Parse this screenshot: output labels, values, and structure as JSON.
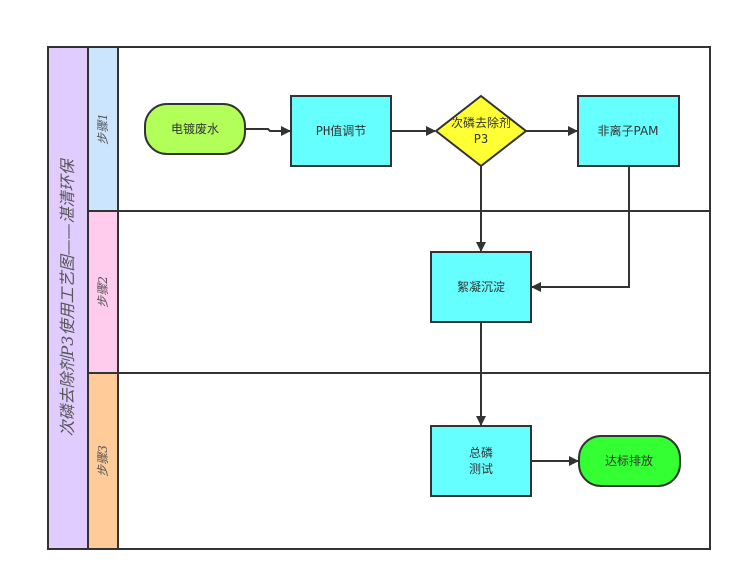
{
  "title": "次磷去除剂P3使用工艺图——湛清环保",
  "colors": {
    "title_band": "#e1ccff",
    "border": "#333333",
    "lane1": "#cce5ff",
    "lane2": "#ffccee",
    "lane3": "#ffcc99",
    "process": "#66ffff",
    "decision": "#ffff33",
    "start": "#b2ff59",
    "end": "#33ff33"
  },
  "lanes": [
    {
      "label": "步骤1"
    },
    {
      "label": "步骤2"
    },
    {
      "label": "步骤3"
    }
  ],
  "nodes": {
    "start": {
      "type": "terminator",
      "lines": [
        "电镀废水"
      ]
    },
    "ph": {
      "type": "process",
      "lines": [
        "PH值调节"
      ]
    },
    "p3": {
      "type": "decision",
      "lines": [
        "次磷去除剂",
        "P3"
      ]
    },
    "pam": {
      "type": "process",
      "lines": [
        "非离子PAM"
      ]
    },
    "floc": {
      "type": "process",
      "lines": [
        "絮凝沉淀"
      ]
    },
    "test": {
      "type": "process",
      "lines": [
        "总磷",
        "测试"
      ]
    },
    "end": {
      "type": "terminator",
      "lines": [
        "达标排放"
      ]
    }
  },
  "edges": [
    {
      "from": "start",
      "to": "ph"
    },
    {
      "from": "ph",
      "to": "p3"
    },
    {
      "from": "p3",
      "to": "pam"
    },
    {
      "from": "p3",
      "to": "floc"
    },
    {
      "from": "pam",
      "to": "floc"
    },
    {
      "from": "floc",
      "to": "test"
    },
    {
      "from": "test",
      "to": "end"
    }
  ]
}
